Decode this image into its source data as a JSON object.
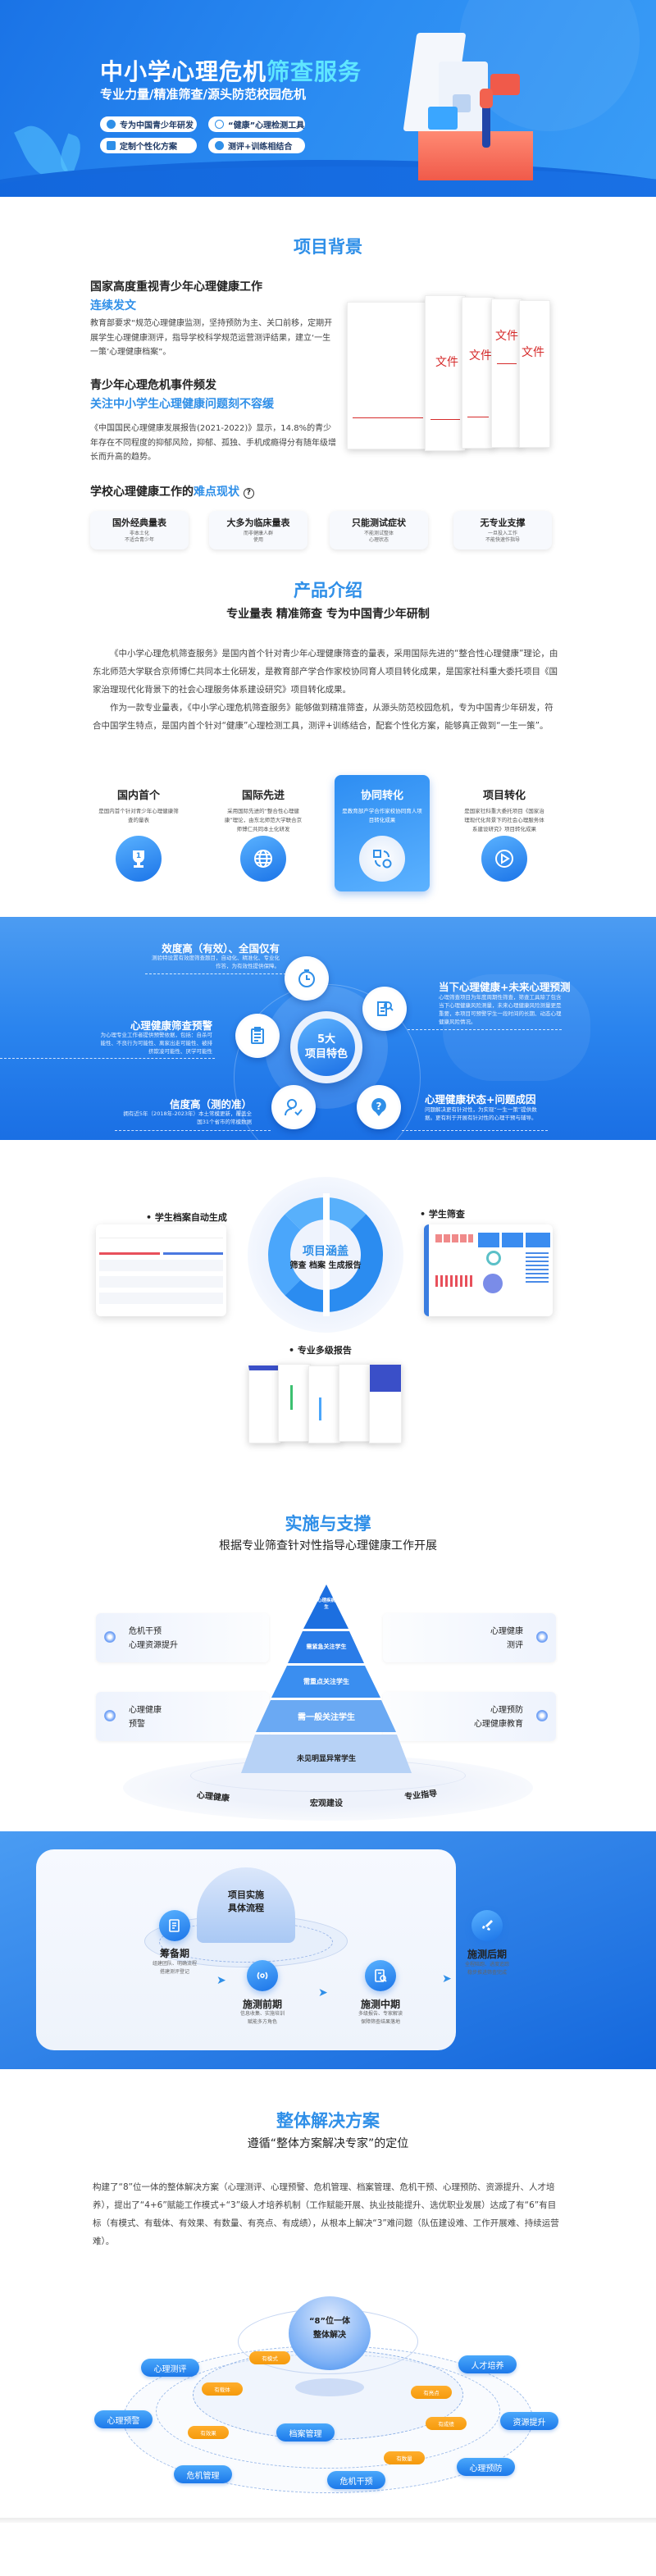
{
  "hero": {
    "title_main": "中小学心理危机",
    "title_highlight": "筛查服务",
    "subtitle": "专业力量/精准筛查/源头防范校园危机",
    "pills": [
      {
        "label": "专为中国青少年研发",
        "icon": "user-icon"
      },
      {
        "label": "“健康”心理检测工具",
        "icon": "heart-icon"
      },
      {
        "label": "定制个性化方案",
        "icon": "tools-icon"
      },
      {
        "label": "测评+训练相结合",
        "icon": "cycle-icon"
      }
    ],
    "colors": {
      "primary": "#1a73e6",
      "highlight": "#5fe6ff"
    }
  },
  "background": {
    "title": "项目背景",
    "block1": {
      "heading": "国家高度重视青少年心理健康工作",
      "highlight": "连续发文",
      "text": "教育部要求“规范心理健康监测，坚持预防为主、关口前移，定期开展学生心理健康测评，指导学校科学规范运营测评结果，建立‘一生一策’心理健康档案”。"
    },
    "block2": {
      "heading": "青少年心理危机事件频发",
      "highlight": "关注中小学生心理健康问题刻不容缓",
      "text": "《中国国民心理健康发展报告(2021-2022)》显示，14.8%的青少年存在不同程度的抑郁风险，抑郁、孤独、手机成瘾得分有随年级增长而升高的趋势。"
    },
    "docs_label": "文件",
    "difficulty": {
      "heading": "学校心理健康工作的",
      "heading_highlight": "难点现状",
      "cards": [
        {
          "title": "国外经典量表",
          "desc1": "非本土化",
          "desc2": "不适合青少年"
        },
        {
          "title": "大多为临床量表",
          "desc1": "而非健康人群",
          "desc2": "使用"
        },
        {
          "title": "只能测试症状",
          "desc1": "不能测试整体",
          "desc2": "心理状态"
        },
        {
          "title": "无专业支撑",
          "desc1": "一旦投入工作",
          "desc2": "不能快速作指导"
        }
      ]
    }
  },
  "product": {
    "title": "产品介绍",
    "subtitle": "专业量表 精准筛查 专为中国青少年研制",
    "para1": "《中小学心理危机筛查服务》是国内首个针对青少年心理健康筛查的量表，采用国际先进的“整合性心理健康”理论，由东北师范大学联合京师博仁共同本土化研发，是教育部产学合作家校协同育人项目转化成果，是国家社科重大委托项目《国家治理现代化背景下的社会心理服务体系建设研究》项目转化成果。",
    "para2": "作为一款专业量表，《中小学心理危机筛查服务》能够做到精准筛查，从源头防范校园危机，专为中国青少年研发，符合中国学生特点，是国内首个针对“健康”心理检测工具，测评+训练结合，配套个性化方案，能够真正做到“一生一策”。",
    "features": [
      {
        "title": "国内首个",
        "desc": "是国内首个针对青少年心理健康筛查的量表",
        "icon": "trophy-icon"
      },
      {
        "title": "国际先进",
        "desc": "采用国际先进的“整合性心理健康”理论，由东北师范大学联合京师博仁共同本土化研发",
        "icon": "globe-icon"
      },
      {
        "title": "协同转化",
        "desc": "是教育部产学合作家校协同育人项目转化成果",
        "icon": "transform-icon"
      },
      {
        "title": "项目转化",
        "desc": "是国家社科重大委托项目《国家治理现代化背景下的社会心理服务体系建设研究》项目转化成果",
        "icon": "play-icon"
      }
    ]
  },
  "five": {
    "center_line1": "5大",
    "center_line2": "项目特色",
    "items": [
      {
        "title": "效度高（有效）、全国仅有",
        "desc": "测验特设置有效度筛查题目，自动化、精准化、专业化作答，为有效性提供保障。",
        "icon": "stopwatch-icon"
      },
      {
        "title": "当下心理健康+未来心理预测",
        "desc": "心理筛查项目为年度周期性筛查，筛查工具除了包含当下心理健康风险测量，未来心理健康风险测量更是重要，本项目可预警学生一段时间的长期、动态心理健康风险情况。",
        "icon": "doc-search-icon"
      },
      {
        "title": "心理健康筛查预警",
        "desc": "为心理专业工作者提供预警依据，包括：自杀可能性、不良行为可能性、离家出走可能性、被排挤欺凌可能性、厌学可能性",
        "icon": "clipboard-icon"
      },
      {
        "title": "信度高（测的准）",
        "desc": "拥有近5年（2018年-2023年）本土常模更新，覆盖全国31个省市的常模数据",
        "icon": "user-check-icon"
      },
      {
        "title": "心理健康状态+问题成因",
        "desc": "问题解决更有针对性，为实现“一生一策”提供数据。更有利于开展有针对性的心理干预与辅导。",
        "icon": "question-icon"
      }
    ]
  },
  "coverage": {
    "center_title": "项目涵盖",
    "center_sub": "筛查 档案 生成报告",
    "labels": [
      "学生档案自动生成",
      "学生筛查",
      "专业多级报告"
    ]
  },
  "support": {
    "title": "实施与支撑",
    "subtitle": "根据专业筛查针对性指导心理健康工作开展",
    "pyramid": [
      "确诊心理疾病的学生",
      "需紧急关注学生",
      "需重点关注学生",
      "需一般关注学生",
      "未见明显异常学生"
    ],
    "left_boxes": [
      [
        "危机干预",
        "心理资源提升"
      ],
      [
        "心理健康",
        "预警"
      ]
    ],
    "right_boxes": [
      [
        "心理健康",
        "测评"
      ],
      [
        "心理预防",
        "心理健康教育"
      ]
    ],
    "base_labels": [
      "心理健康",
      "宏观建设",
      "专业指导"
    ]
  },
  "flow": {
    "center_line1": "项目实施",
    "center_line2": "具体流程",
    "steps": [
      {
        "title": "筹备期",
        "desc1": "组建团队、明确流程",
        "desc2": "搭建测评登记",
        "icon": "document-icon"
      },
      {
        "title": "施测前期",
        "desc1": "信息收集、实施培训",
        "desc2": "赋能多方角色",
        "icon": "signal-icon"
      },
      {
        "title": "施测中期",
        "desc1": "多级报告、专家解读",
        "desc2": "保障筛查结果落地",
        "icon": "report-search-icon"
      },
      {
        "title": "施测后期",
        "desc1": "全程陪跑、进度追踪",
        "desc2": "稳步推进筛查完成",
        "icon": "rocket-icon"
      }
    ]
  },
  "solution": {
    "title": "整体解决方案",
    "subtitle": "遵循“整体方案解决专家”的定位",
    "para": "构建了“8”位一体的整体解决方案（心理测评、心理预警、危机管理、档案管理、危机干预、心理预防、资源提升、人才培养），提出了“4+6”赋能工作模式+“3”级人才培养机制（工作赋能开展、执业技能提升、选优职业发展）达成了有“6”有目标（有模式、有载体、有效果、有数量、有亮点、有成绩），从根本上解决“3”难问题（队伍建设难、工作开展难、持续运营难）。",
    "center_line1": "“8”位一体",
    "center_line2": "整体解决",
    "blue_pills": [
      "心理测评",
      "人才培养",
      "心理预警",
      "资源提升",
      "档案管理",
      "危机管理",
      "危机干预",
      "心理预防"
    ],
    "orange_pills": [
      "有模式",
      "有载体",
      "有效果",
      "有亮点",
      "有成绩",
      "有数量"
    ],
    "colors": {
      "blue": "#1d79ea",
      "orange": "#f59a0c"
    }
  }
}
